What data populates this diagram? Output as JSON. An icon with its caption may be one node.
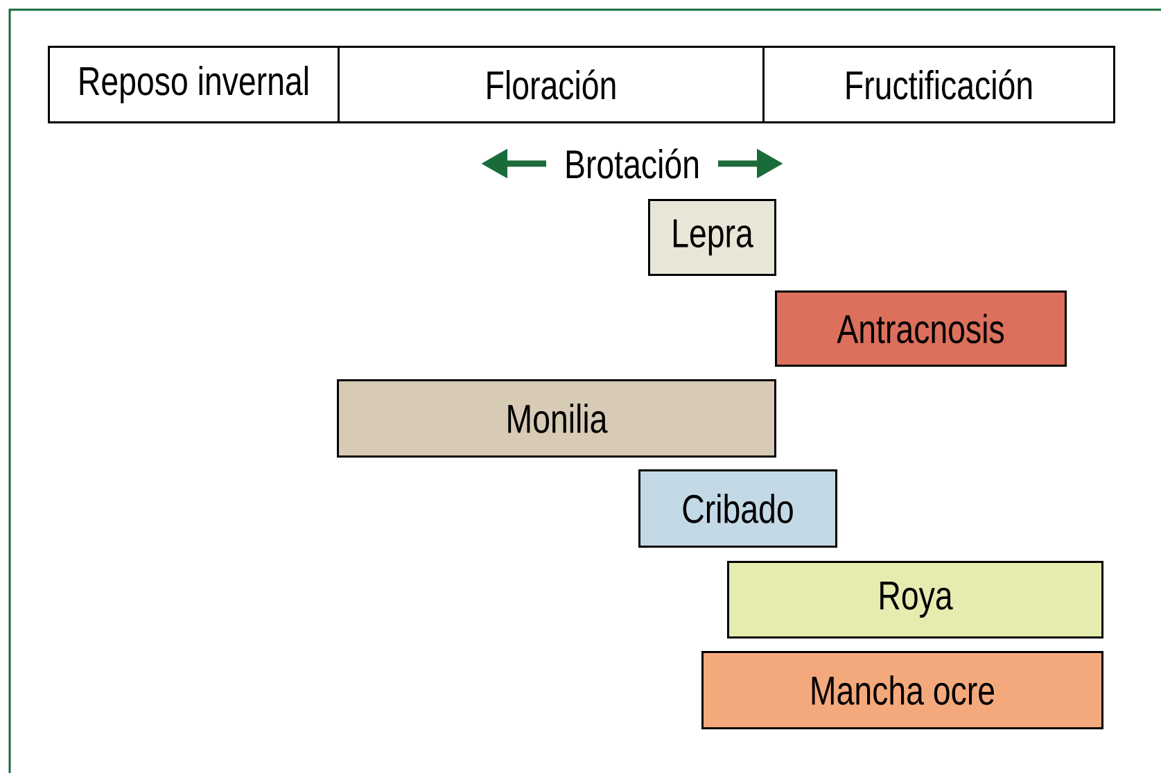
{
  "diagram": {
    "nodes": [
      {
        "text": [
          "Reposo invernal"
        ]
      },
      {
        "text": [
          "Floración"
        ]
      },
      {
        "text": [
          "Fructificación"
        ]
      },
      {
        "text": [
          "Lepra"
        ]
      },
      {
        "text": [
          "Antracnosis"
        ]
      },
      {
        "text": [
          "Monilia"
        ]
      },
      {
        "text": [
          "Cribado"
        ]
      },
      {
        "text": [
          "Roya"
        ]
      },
      {
        "text": [
          "Mancha ocre"
        ]
      }
    ],
    "labels": [
      "Brotación"
    ]
  }
}
